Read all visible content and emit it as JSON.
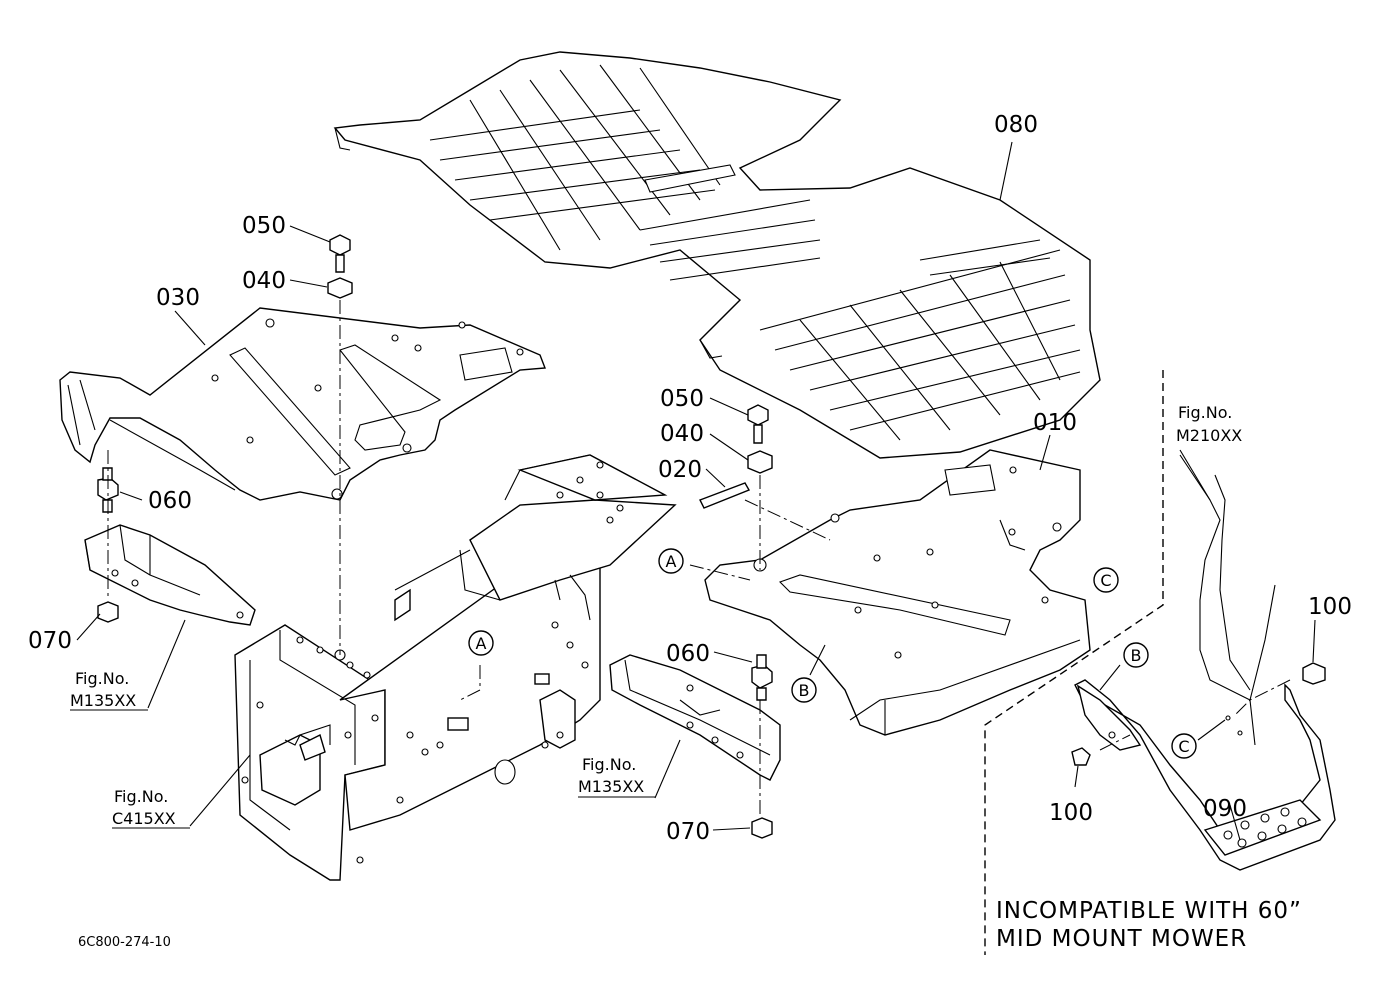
{
  "callouts": {
    "p010": "010",
    "p020": "020",
    "p030": "030",
    "p040a": "040",
    "p040b": "040",
    "p050a": "050",
    "p050b": "050",
    "p060a": "060",
    "p060b": "060",
    "p070a": "070",
    "p070b": "070",
    "p080": "080",
    "p090": "090",
    "p100a": "100",
    "p100b": "100"
  },
  "markers": {
    "a1": "A",
    "a2": "A",
    "b1": "B",
    "b2": "B",
    "c1": "C",
    "c2": "C"
  },
  "figure_refs": {
    "m135_left": {
      "label": "Fig.No.",
      "code": "M135XX"
    },
    "m135_mid": {
      "label": "Fig.No.",
      "code": "M135XX"
    },
    "c415": {
      "label": "Fig.No.",
      "code": "C415XX"
    },
    "m210": {
      "label": "Fig.No.",
      "code": "M210XX"
    }
  },
  "note": {
    "line1": "INCOMPATIBLE WITH 60”",
    "line2": "MID MOUNT MOWER"
  },
  "drawing_code": "6C800-274-10"
}
